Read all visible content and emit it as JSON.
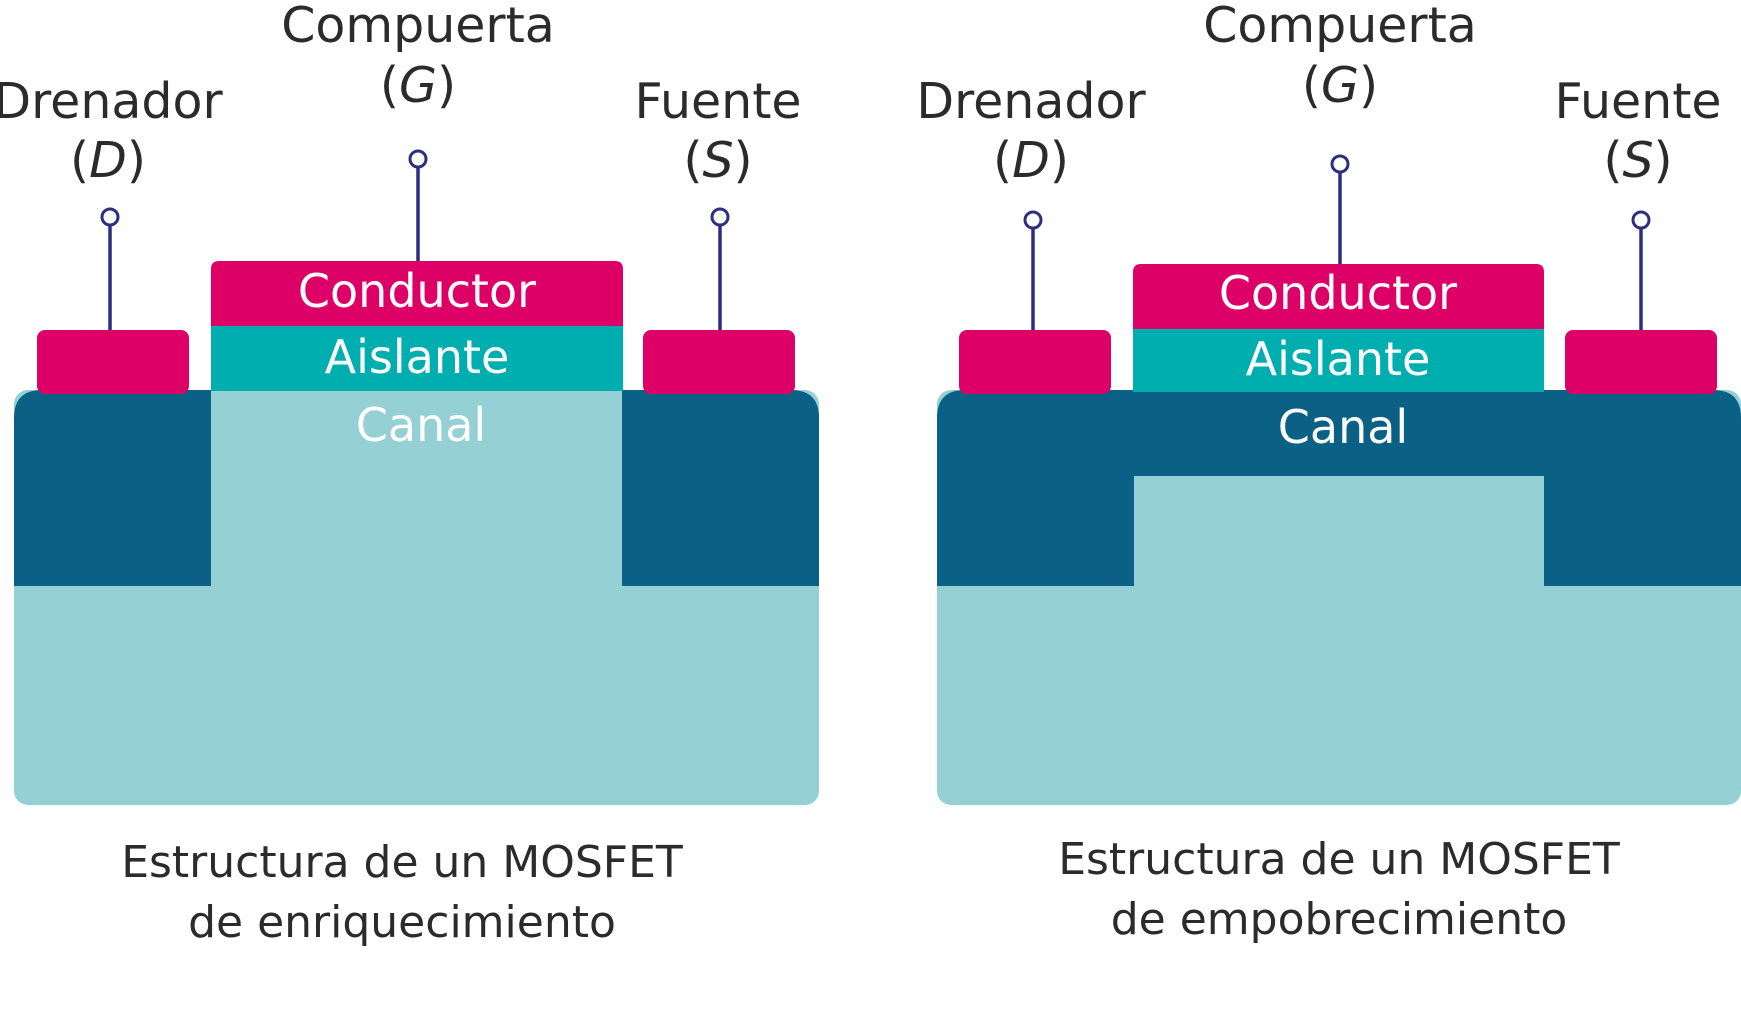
{
  "colors": {
    "metal": "#dc0067",
    "insulator": "#00aeb0",
    "substrate": "#95d0d4",
    "doped": "#0a6085",
    "wire": "#2b2f7e",
    "text": "#2b2b2b"
  },
  "diagrams": [
    {
      "id": "enriquecimiento",
      "drain": {
        "name": "Drenador",
        "symbol": "D"
      },
      "gate": {
        "name": "Compuerta",
        "symbol": "G"
      },
      "source": {
        "name": "Fuente",
        "symbol": "S"
      },
      "conductor_label": "Conductor",
      "insulator_label": "Aislante",
      "channel_label": "Canal",
      "caption_line1": "Estructura de un MOSFET",
      "caption_line2": "de enriquecimiento"
    },
    {
      "id": "empobrecimiento",
      "drain": {
        "name": "Drenador",
        "symbol": "D"
      },
      "gate": {
        "name": "Compuerta",
        "symbol": "G"
      },
      "source": {
        "name": "Fuente",
        "symbol": "S"
      },
      "conductor_label": "Conductor",
      "insulator_label": "Aislante",
      "channel_label": "Canal",
      "caption_line1": "Estructura de un MOSFET",
      "caption_line2": "de empobrecimiento"
    }
  ]
}
